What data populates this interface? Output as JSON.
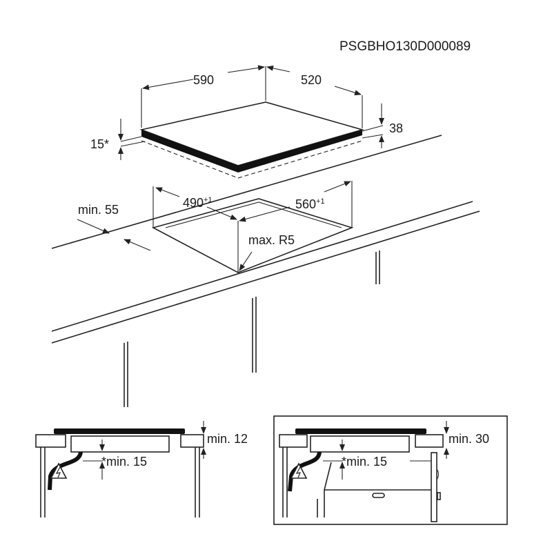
{
  "document_code": "PSGBHO130D000089",
  "hob": {
    "width": "590",
    "depth": "520",
    "height": "38",
    "protrusion": "15*"
  },
  "cutout": {
    "width": "560",
    "width_tolerance": "+1",
    "depth": "490",
    "depth_tolerance": "+1",
    "edge_distance": "min. 55",
    "corner_radius": "max. R5"
  },
  "detail_left": {
    "top_clearance": "min. 12",
    "bottom_clearance": "*min. 15"
  },
  "detail_right": {
    "top_clearance": "min. 30",
    "bottom_clearance": "*min. 15"
  },
  "colors": {
    "line": "#222222",
    "background": "#ffffff"
  }
}
